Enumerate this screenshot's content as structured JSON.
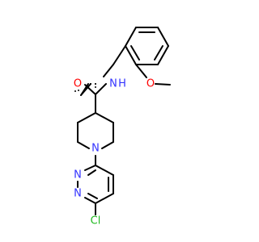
{
  "molecule": {
    "atoms": {
      "oxygen_carbonyl": "O",
      "nitrogen_amide": "N",
      "hydrogen_amide": "H",
      "oxygen_methoxy": "O",
      "nitrogen_piperidine": "N",
      "nitrogen_pyridazine_1": "N",
      "nitrogen_pyridazine_2": "N",
      "chlorine": "Cl"
    }
  },
  "colors": {
    "bond": "#000000",
    "nitrogen": "#3333ff",
    "oxygen": "#ff0000",
    "chlorine": "#1fb81f",
    "background": "#ffffff"
  }
}
